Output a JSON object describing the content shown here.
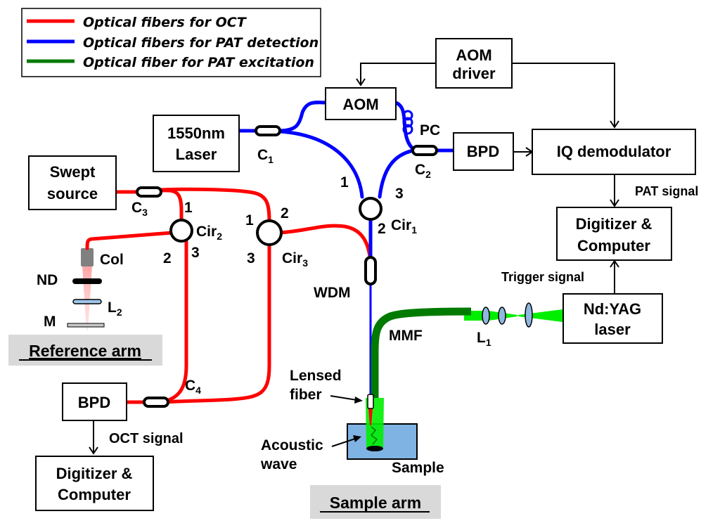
{
  "legend": {
    "items": [
      {
        "label": "Optical fibers for OCT",
        "color": "#ff0000"
      },
      {
        "label": "Optical fibers for PAT detection",
        "color": "#0000ff"
      },
      {
        "label": "Optical fiber for PAT excitation",
        "color": "#007a00"
      }
    ]
  },
  "boxes": {
    "aom_driver": [
      "AOM",
      "driver"
    ],
    "aom": "AOM",
    "laser_1550": [
      "1550nm",
      "Laser"
    ],
    "bpd_pat": "BPD",
    "iq_demod": "IQ demodulator",
    "swept_source": [
      "Swept",
      "source"
    ],
    "digitizer_pat": [
      "Digitizer &",
      "Computer"
    ],
    "ndyag": [
      "Nd:YAG",
      "laser"
    ],
    "bpd_oct": "BPD",
    "digitizer_oct": [
      "Digitizer &",
      "Computer"
    ]
  },
  "components": {
    "c1": {
      "main": "C",
      "sub": "1"
    },
    "c2": {
      "main": "C",
      "sub": "2"
    },
    "c3": {
      "main": "C",
      "sub": "3"
    },
    "c4": {
      "main": "C",
      "sub": "4"
    },
    "cir1": {
      "main": "Cir",
      "sub": "1",
      "ports": [
        "1",
        "2",
        "3"
      ]
    },
    "cir2": {
      "main": "Cir",
      "sub": "2",
      "ports": [
        "1",
        "2",
        "3"
      ]
    },
    "cir3": {
      "main": "Cir",
      "sub": "3",
      "ports": [
        "1",
        "2",
        "3"
      ]
    },
    "pc": "PC",
    "wdm": "WDM",
    "mmf": "MMF",
    "l1": {
      "main": "L",
      "sub": "1"
    },
    "l2": {
      "main": "L",
      "sub": "2"
    },
    "col": "Col",
    "nd": "ND",
    "m": "M",
    "lensed_fiber": [
      "Lensed",
      "fiber"
    ],
    "acoustic_wave": [
      "Acoustic",
      "wave"
    ],
    "sample": "Sample"
  },
  "signals": {
    "pat_signal": "PAT signal",
    "trigger_signal": "Trigger signal",
    "oct_signal": "OCT signal"
  },
  "arms": {
    "reference": "Reference arm",
    "sample": "Sample arm"
  },
  "colors": {
    "oct_fiber": "#ff0000",
    "pat_detection_fiber": "#0000ff",
    "pat_excitation_fiber": "#007a00",
    "excitation_beam": "#00ee00",
    "sample_fill": "#7fb3e3",
    "arm_label_bg": "#d9d9d9"
  }
}
